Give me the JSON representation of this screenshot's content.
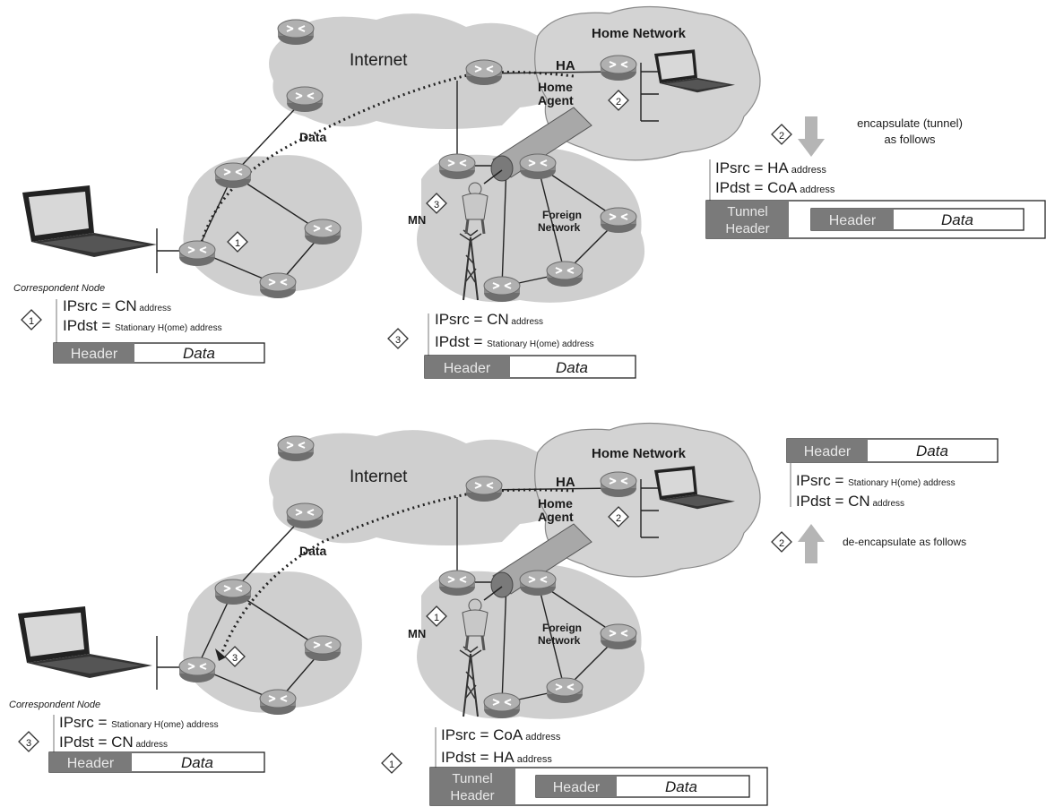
{
  "colors": {
    "cloud": "#cfcfcf",
    "cloud_stroke": "#8a8a8a",
    "router": "#9a9a9a",
    "header_fill": "#7a7a7a",
    "arrow_gray": "#b5b5b5"
  },
  "icons": [
    "router-icon",
    "laptop-icon",
    "cell-tower-icon",
    "person-icon",
    "step-diamond-icon",
    "tunnel-pipe"
  ],
  "top": {
    "internet": "Internet",
    "home_network": "Home Network",
    "ha": "HA",
    "home_agent_1": "Home",
    "home_agent_2": "Agent",
    "data": "Data",
    "mn": "MN",
    "foreign_1": "Foreign",
    "foreign_2": "Network",
    "cn_label": "Correspondent Node",
    "step1": "1",
    "step2": "2",
    "step3": "3",
    "pkt1": {
      "src_k": "IPsrc = CN",
      "src_s": " address",
      "dst_k": "IPdst = ",
      "dst_s": "Stationary H(ome) address",
      "header": "Header",
      "data": "Data"
    },
    "pkt3": {
      "src_k": "IPsrc = CN",
      "src_s": " address",
      "dst_k": "IPdst = ",
      "dst_s": "Stationary H(ome) address",
      "header": "Header",
      "data": "Data"
    },
    "encap_1": "encapsulate (tunnel)",
    "encap_2": "as follows",
    "tun": {
      "src_k": "IPsrc = HA",
      "src_s": " address",
      "dst_k": "IPdst = CoA",
      "dst_s": " address",
      "tunnel_1": "Tunnel",
      "tunnel_2": "Header",
      "header": "Header",
      "data": "Data"
    }
  },
  "bottom": {
    "internet": "Internet",
    "home_network": "Home Network",
    "ha": "HA",
    "home_agent_1": "Home",
    "home_agent_2": "Agent",
    "data": "Data",
    "mn": "MN",
    "foreign_1": "Foreign",
    "foreign_2": "Network",
    "cn_label": "Correspondent Node",
    "step1": "1",
    "step2": "2",
    "step3": "3",
    "pkt_ret": {
      "header": "Header",
      "data": "Data",
      "src_k": "IPsrc = ",
      "src_s": "Stationary H(ome) address",
      "dst_k": "IPdst = CN",
      "dst_s": " address"
    },
    "decap": "de-encapsulate as follows",
    "pkt_cn": {
      "src_k": "IPsrc = ",
      "src_s": "Stationary H(ome) address",
      "dst_k": "IPdst = CN",
      "dst_s": " address",
      "header": "Header",
      "data": "Data"
    },
    "tun": {
      "src_k": "IPsrc = CoA",
      "src_s": " address",
      "dst_k": "IPdst = HA",
      "dst_s": " address",
      "tunnel_1": "Tunnel",
      "tunnel_2": "Header",
      "header": "Header",
      "data": "Data"
    }
  }
}
